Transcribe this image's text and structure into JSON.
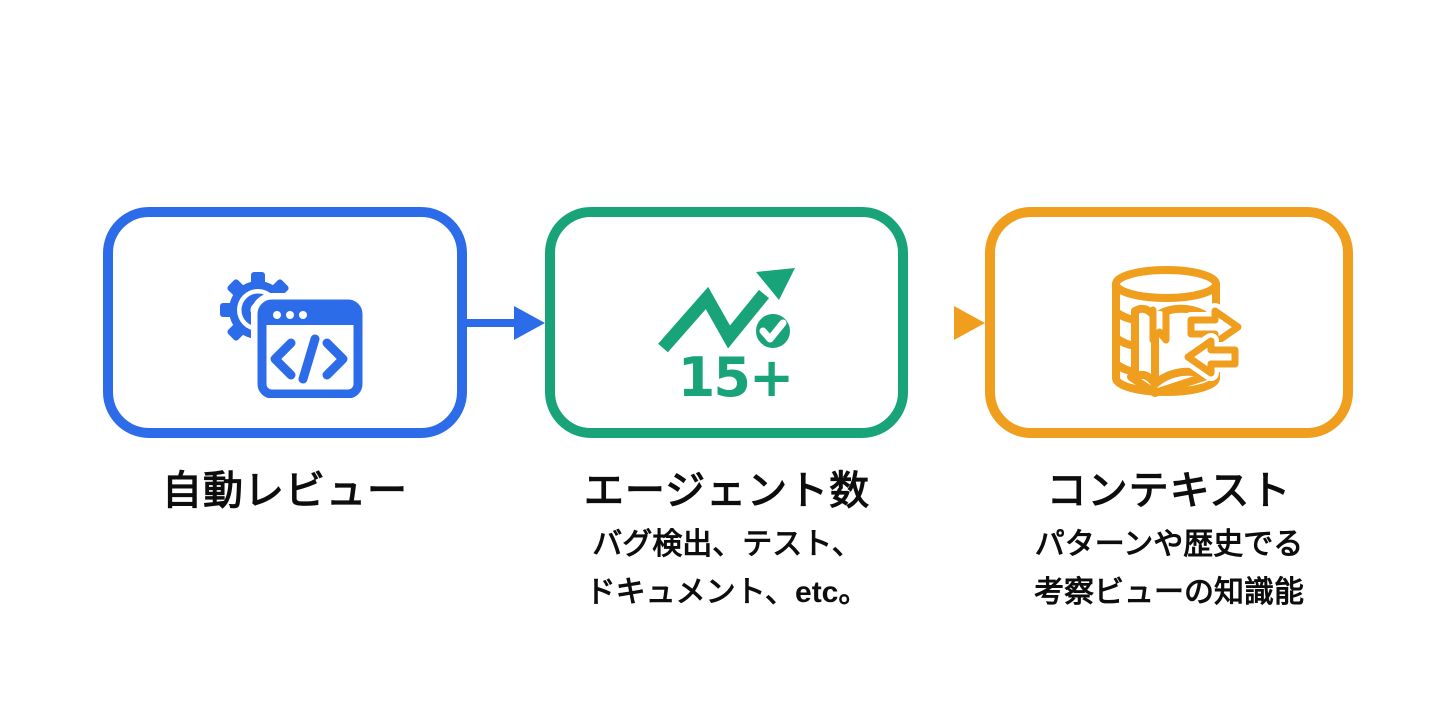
{
  "colors": {
    "blue": "#2d6ce8",
    "green": "#19a379",
    "orange": "#ef9e1e",
    "text": "#0d0d0d",
    "background": "#ffffff"
  },
  "steps": [
    {
      "id": "auto-review",
      "accent": "#2d6ce8",
      "icon": "gear-code-window-icon",
      "icon_glyph": "</>",
      "title": "自動レビュー",
      "subtitle_lines": []
    },
    {
      "id": "agent-count",
      "accent": "#19a379",
      "icon": "trending-up-check-icon",
      "badge": "15+",
      "title": "エージェント数",
      "subtitle_lines": [
        "バグ検出、テスト、",
        "ドキュメント、etc。"
      ]
    },
    {
      "id": "context",
      "accent": "#ef9e1e",
      "icon": "database-book-sync-icon",
      "title": "コンテキスト",
      "subtitle_lines": [
        "パターンや歴史でる",
        "考察ビューの知識能"
      ]
    }
  ],
  "connectors": [
    {
      "from": "auto-review",
      "to": "agent-count",
      "style": "solid-blue-arrow"
    },
    {
      "from": "agent-count",
      "to": "context",
      "style": "green-to-orange-gradient-arrow"
    }
  ]
}
